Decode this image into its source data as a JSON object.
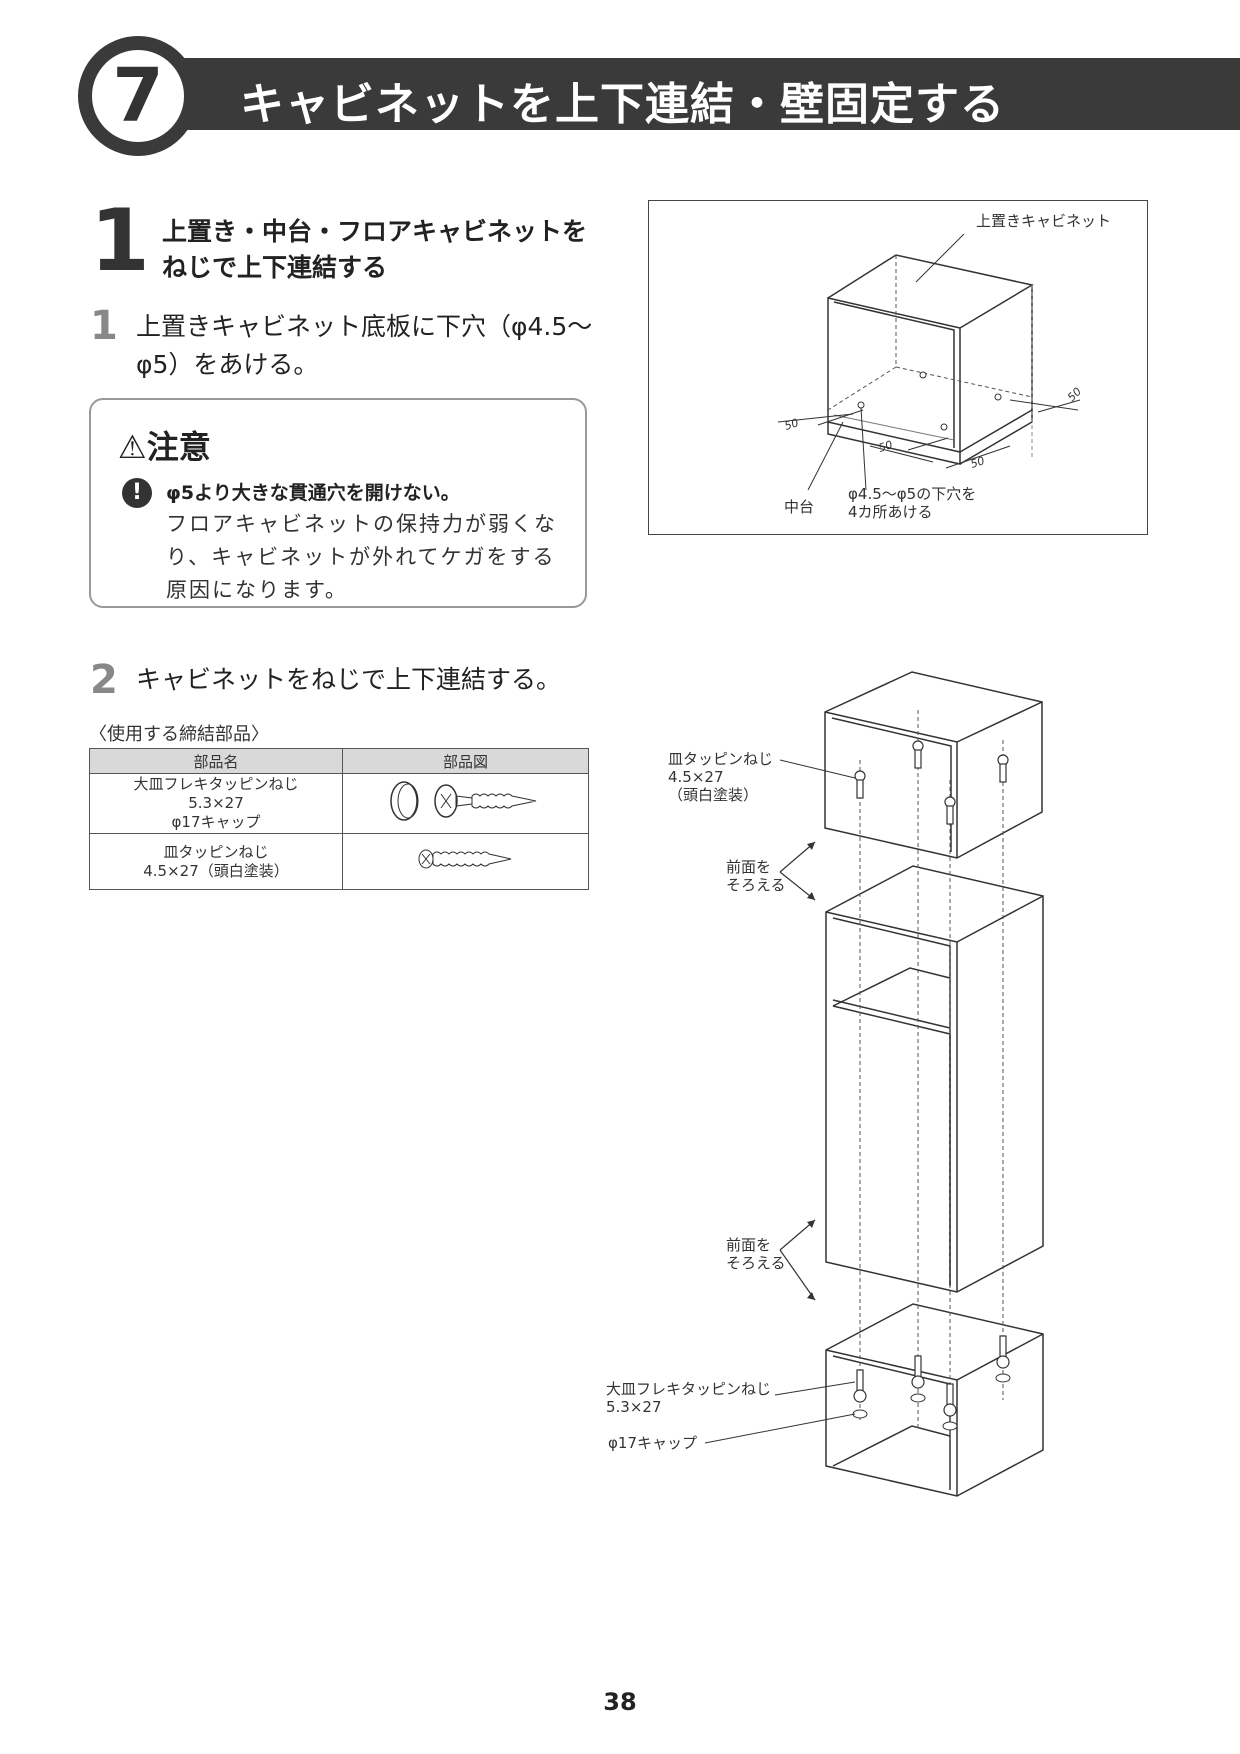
{
  "header": {
    "number": "7",
    "title": "キャビネットを上下連結・壁固定する"
  },
  "step1": {
    "number": "1",
    "title_line1": "上置き・中台・フロアキャビネットを",
    "title_line2": "ねじで上下連結する",
    "sub1": {
      "number": "1",
      "line1": "上置きキャビネット底板に下穴（φ4.5〜",
      "line2": "φ5）をあける。"
    },
    "caution": {
      "heading": "⚠注意",
      "icon": "!",
      "lead": "φ5より大きな貫通穴を開けない。",
      "body": "フロアキャビネットの保持力が弱くなり、キャビネットが外れてケガをする原因になります。"
    },
    "sub2": {
      "number": "2",
      "text": "キャビネットをねじで上下連結する。"
    }
  },
  "parts": {
    "caption": "〈使用する締結部品〉",
    "headers": [
      "部品名",
      "部品図"
    ],
    "rows": [
      {
        "line1": "大皿フレキタッピンねじ",
        "line2": "5.3×27",
        "line3": "φ17キャップ"
      },
      {
        "line1": "皿タッピンねじ",
        "line2": "4.5×27（頭白塗装）"
      }
    ]
  },
  "figure1": {
    "top_label": "上置きキャビネット",
    "mid_label": "中台",
    "hole_label_1": "φ4.5〜φ5の下穴を",
    "hole_label_2": "4カ所あける",
    "dimension": "50"
  },
  "figure2": {
    "screw_label_1": "皿タッピンねじ",
    "screw_label_2": "4.5×27",
    "screw_label_3": "（頭白塗装）",
    "align_label_1": "前面を",
    "align_label_2": "そろえる",
    "big_screw_label_1": "大皿フレキタッピンねじ",
    "big_screw_label_2": "5.3×27",
    "cap_label": "φ17キャップ"
  },
  "page_number": "38"
}
